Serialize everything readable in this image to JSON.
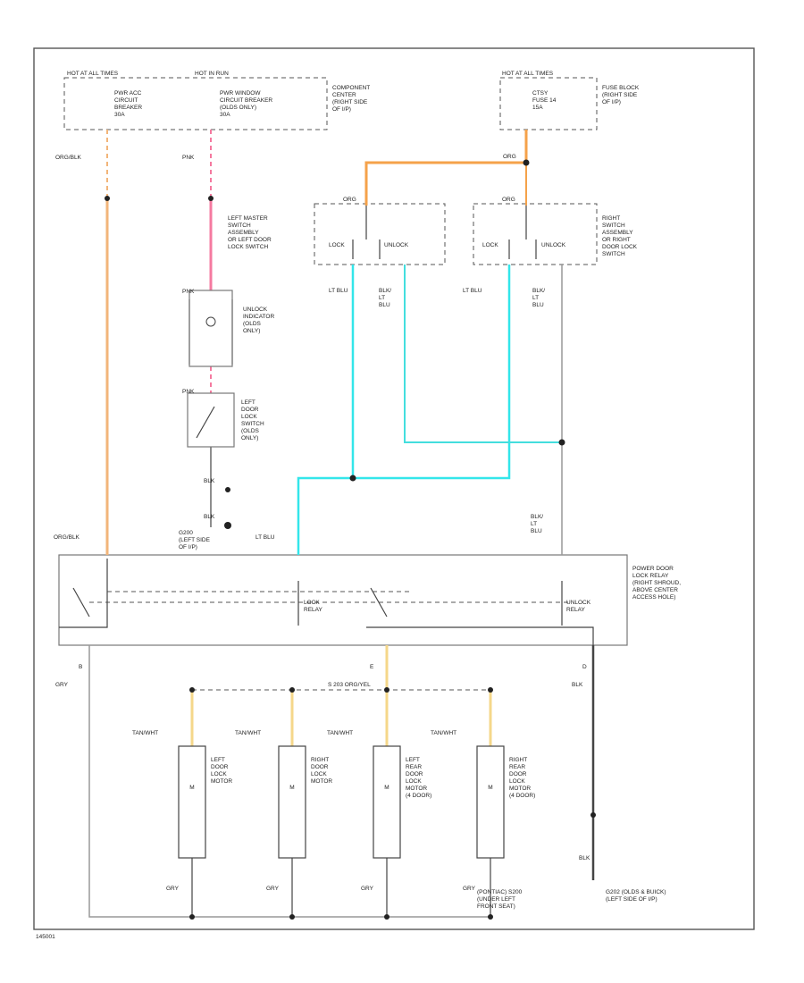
{
  "colors": {
    "orange_black": "#f2b57a",
    "orange": "#f5a24a",
    "pink": "#f57aa0",
    "light_blue": "#33e6ea",
    "yellow": "#f5d78a",
    "gray": "#999999",
    "black": "#444444"
  },
  "labels": {
    "hot_all_times_left": "HOT AT ALL TIMES",
    "hot_in_run": "HOT IN RUN",
    "hot_all_times_right": "HOT AT ALL TIMES",
    "pwr_acc_cb": [
      "PWR ACC",
      "CIRCUIT",
      "BREAKER",
      "30A"
    ],
    "pwr_window_cb": [
      "PWR WINDOW",
      "CIRCUIT BREAKER",
      "(OLDS ONLY)",
      "30A"
    ],
    "component_center": [
      "COMPONENT",
      "CENTER",
      "(RIGHT SIDE",
      "OF I/P)"
    ],
    "ctsy_fuse": [
      "CTSY",
      "FUSE 14",
      "15A"
    ],
    "fuse_block": [
      "FUSE BLOCK",
      "(RIGHT SIDE",
      "OF I/P)"
    ],
    "org_blk_top": "ORG/BLK",
    "pnk_top": "PNK",
    "org_right": "ORG",
    "org_sw_left": "ORG",
    "org_sw_right": "ORG",
    "left_master_switch": [
      "LEFT MASTER",
      "SWITCH",
      "ASSEMBLY",
      "OR LEFT DOOR",
      "LOCK SWITCH"
    ],
    "right_switch": [
      "RIGHT",
      "SWITCH",
      "ASSEMBLY",
      "OR RIGHT",
      "DOOR LOCK",
      "SWITCH"
    ],
    "lock": "LOCK",
    "unlock": "UNLOCK",
    "pnk_mid": "PNK",
    "unlock_indicator": [
      "UNLOCK",
      "INDICATOR",
      "(OLDS",
      "ONLY)"
    ],
    "pnk_low": "PNK",
    "left_door_lock_switch": [
      "LEFT",
      "DOOR",
      "LOCK",
      "SWITCH",
      "(OLDS",
      "ONLY)"
    ],
    "blk_1": "BLK",
    "blk_2": "BLK",
    "lt_blu_1": "LT BLU",
    "blu_lt_blu_1": [
      "BLK/",
      "LT",
      "BLU"
    ],
    "lt_blu_2": "LT BLU",
    "blu_lt_blu_2": [
      "BLK/",
      "LT",
      "BLU"
    ],
    "org_blk_bottom": "ORG/BLK",
    "g200": [
      "G200",
      "(LEFT SIDE",
      "OF I/P)"
    ],
    "lt_blu_3": "LT BLU",
    "blk_lt_blu_3": [
      "BLK/",
      "LT",
      "BLU"
    ],
    "power_door_lock_relay": [
      "POWER DOOR",
      "LOCK RELAY",
      "(RIGHT SHROUD,",
      "ABOVE CENTER",
      "ACCESS HOLE)"
    ],
    "lock_relay": [
      "LOCK",
      "RELAY"
    ],
    "unlock_relay": [
      "UNLOCK",
      "RELAY"
    ],
    "pin_b": "B",
    "pin_e": "E",
    "pin_d": "D",
    "gry_relay": "GRY",
    "blk_relay": "BLK",
    "yel_splice": "S 203 ORG/YEL",
    "yel_tags": [
      "TAN/WHT",
      "TAN/WHT",
      "TAN/WHT",
      "TAN/WHT"
    ],
    "motors": [
      [
        "LEFT",
        "DOOR",
        "LOCK",
        "MOTOR"
      ],
      [
        "RIGHT",
        "DOOR",
        "LOCK",
        "MOTOR"
      ],
      [
        "LEFT",
        "REAR",
        "DOOR",
        "LOCK",
        "MOTOR",
        "(4 DOOR)"
      ],
      [
        "RIGHT",
        "REAR",
        "DOOR",
        "LOCK",
        "MOTOR",
        "(4 DOOR)"
      ]
    ],
    "m_letters": [
      "M",
      "M",
      "M",
      "M"
    ],
    "gry_bottom": [
      "GRY",
      "GRY",
      "GRY",
      "GRY"
    ],
    "blk_bottom": "BLK",
    "s200": [
      "(PONTIAC) S200",
      "(UNDER LEFT",
      "FRONT SEAT)"
    ],
    "g202": [
      "G202 (OLDS & BUICK)",
      "(LEFT SIDE OF I/P)"
    ],
    "code": "145001"
  }
}
